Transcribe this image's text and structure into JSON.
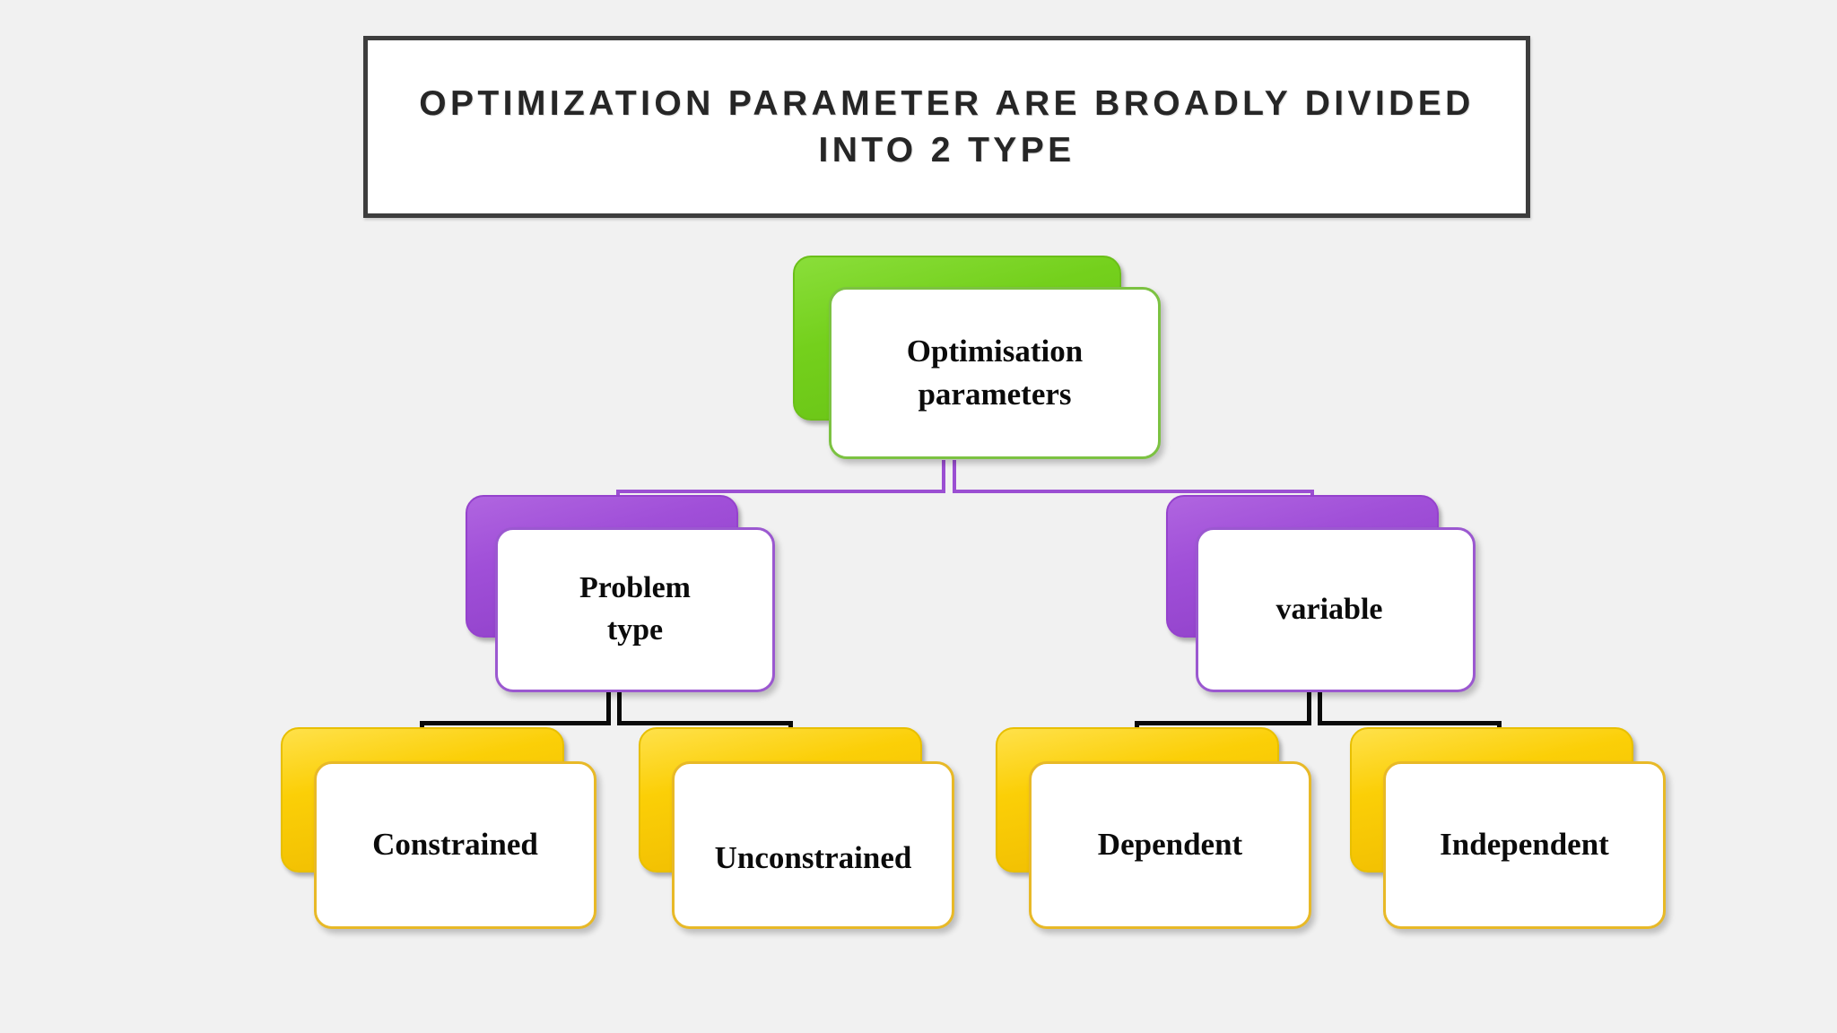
{
  "title": {
    "text": "OPTIMIZATION PARAMETER ARE BROADLY DIVIDED INTO 2 TYPE"
  },
  "colors": {
    "background": "#f1f1f1",
    "title_border": "#3d3d3d",
    "title_text": "#262626",
    "root_green": "#74d01c",
    "level2_purple": "#a04fd8",
    "level3_yellow": "#fbcf07",
    "card_white": "#ffffff",
    "connector_purple": "#9b4fd2",
    "connector_black": "#0a0a0a",
    "label_text": "#0b0b0b"
  },
  "chart_data": {
    "type": "tree",
    "title": "OPTIMIZATION PARAMETER ARE BROADLY DIVIDED INTO 2 TYPE",
    "root": {
      "label": "Optimisation\nparameters",
      "color": "#74d01c",
      "children": [
        {
          "label": "Problem\ntype",
          "color": "#a04fd8",
          "children": [
            {
              "label": "Constrained",
              "color": "#fbcf07",
              "children": []
            },
            {
              "label": "Unconstrained",
              "color": "#fbcf07",
              "children": []
            }
          ]
        },
        {
          "label": "variable",
          "color": "#a04fd8",
          "children": [
            {
              "label": "Dependent",
              "color": "#fbcf07",
              "children": []
            },
            {
              "label": "Independent",
              "color": "#fbcf07",
              "children": []
            }
          ]
        }
      ]
    }
  },
  "nodes": {
    "root": {
      "label": "Optimisation\nparameters"
    },
    "problem_type": {
      "label": "Problem\ntype"
    },
    "variable": {
      "label": "variable"
    },
    "constrained": {
      "label": "Constrained"
    },
    "unconstrained": {
      "label": "Unconstrained"
    },
    "dependent": {
      "label": "Dependent"
    },
    "independent": {
      "label": "Independent"
    }
  }
}
